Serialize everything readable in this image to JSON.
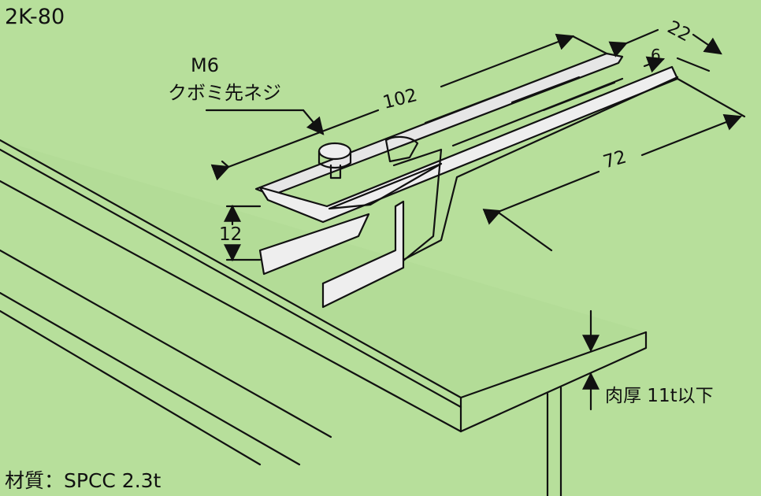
{
  "model": "2K-80",
  "screw": {
    "size": "M6",
    "type": "クボミ先ネジ"
  },
  "dimensions": {
    "length_total": "102",
    "width": "22",
    "slot": "6",
    "length_arm": "72",
    "height": "12"
  },
  "flange_thickness": "肉厚 11t以下",
  "material": "材質：SPCC 2.3t",
  "colors": {
    "background": "#b7df9b",
    "line": "#111111",
    "metal": "#eeeeee"
  }
}
